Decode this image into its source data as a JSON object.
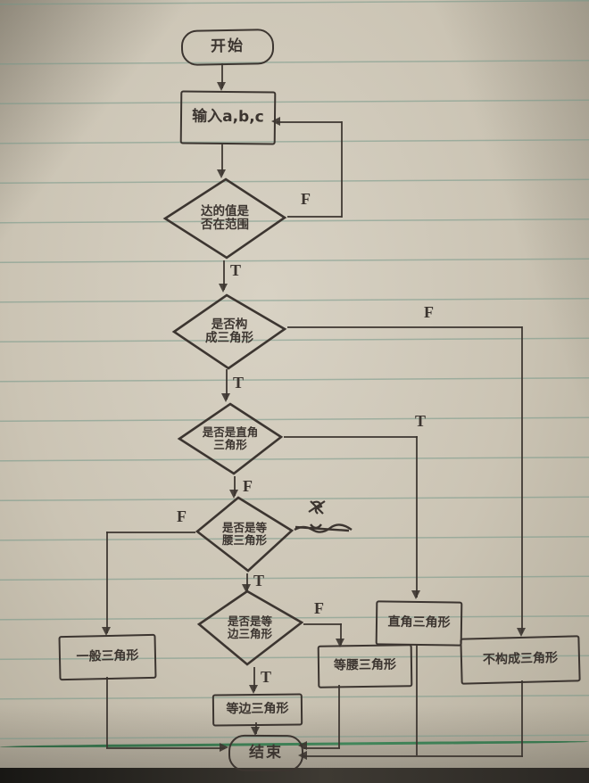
{
  "flowchart": {
    "title": "hand-drawn triangle classification flowchart on ruled notebook paper",
    "nodes": {
      "start": "开始",
      "input": "输入a,b,c",
      "d1_line1": "达的值是",
      "d1_line2": "否在范围",
      "d2_line1": "是否构",
      "d2_line2": "成三角形",
      "d3_line1": "是否是直角",
      "d3_line2": "三角形",
      "d4_line1": "是否是等",
      "d4_line2": "腰三角形",
      "d5_line1": "是否是等",
      "d5_line2": "边三角形",
      "box_general": "一般三角形",
      "box_right": "直角三角形",
      "box_iso": "等腰三角形",
      "box_notri": "不构成三角形",
      "box_eq": "等边三角形",
      "end": "结束"
    },
    "branch_labels": {
      "d1_false": "F",
      "d1_true": "T",
      "d2_false": "F",
      "d2_true": "T",
      "d3_true": "T",
      "d3_false": "F",
      "d4_false": "F",
      "d4_true": "T",
      "d5_false": "F",
      "d5_true": "T"
    },
    "colors": {
      "ink": "#3c3530",
      "paper": "#c9c2b1",
      "rule_line": "#739687",
      "margin_green": "#2f7a4b"
    }
  }
}
